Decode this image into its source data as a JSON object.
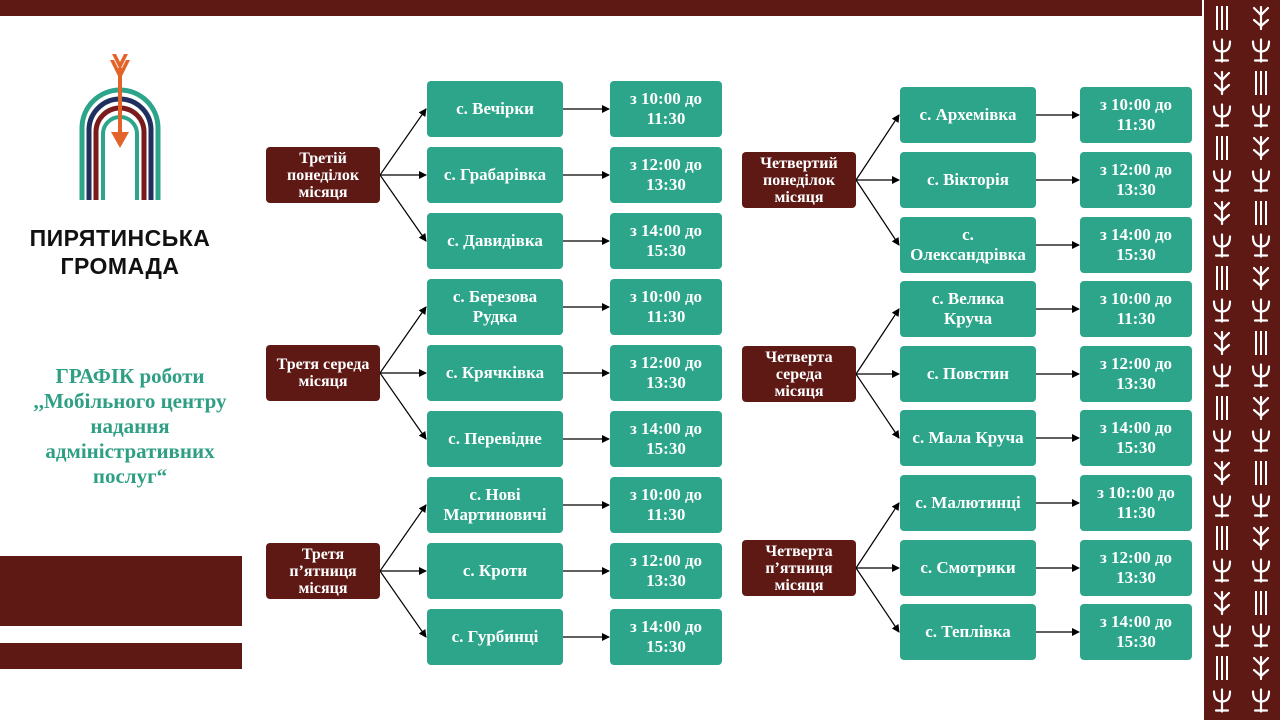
{
  "brand": {
    "name_line1": "ПИРЯТИНСЬКА",
    "name_line2": "ГРОМАДА"
  },
  "schedule_title": {
    "line1": "ГРАФІК роботи",
    "line2": ",,Мобільного центру",
    "line3": "надання",
    "line4": "адміністративних",
    "line5": "послуг“"
  },
  "colors": {
    "accent_green": "#2ca58a",
    "title_green": "#2e9f84",
    "dark_red": "#5e1914",
    "logo_orange": "#e2642a",
    "logo_navy": "#20305e"
  },
  "groups": [
    {
      "day": "Третій\nпонеділок\nмісяця",
      "rows": [
        {
          "village": "с. Вечірки",
          "time": "з 10:00 до\n11:30"
        },
        {
          "village": "с. Грабарівка",
          "time": "з 12:00 до\n13:30"
        },
        {
          "village": "с. Давидівка",
          "time": "з 14:00 до\n15:30"
        }
      ]
    },
    {
      "day": "Третя середа\nмісяця",
      "rows": [
        {
          "village": "с. Березова\nРудка",
          "time": "з 10:00 до\n11:30"
        },
        {
          "village": "с. Крячківка",
          "time": "з 12:00 до\n13:30"
        },
        {
          "village": "с. Перевідне",
          "time": "з 14:00 до\n15:30"
        }
      ]
    },
    {
      "day": "Третя\nп’ятниця\nмісяця",
      "rows": [
        {
          "village": "с. Нові\nМартиновичі",
          "time": "з 10:00 до\n11:30"
        },
        {
          "village": "с. Кроти",
          "time": "з 12:00 до\n13:30"
        },
        {
          "village": "с. Гурбинці",
          "time": "з 14:00 до\n15:30"
        }
      ]
    },
    {
      "day": "Четвертий\nпонеділок\nмісяця",
      "rows": [
        {
          "village": "с. Архемівка",
          "time": "з 10:00 до\n11:30"
        },
        {
          "village": "с. Вікторія",
          "time": "з 12:00 до\n13:30"
        },
        {
          "village": "с.\nОлександрівка",
          "time": "з 14:00 до\n15:30"
        }
      ]
    },
    {
      "day": "Четверта\nсереда\nмісяця",
      "rows": [
        {
          "village": "с. Велика\nКруча",
          "time": "з 10:00 до\n11:30"
        },
        {
          "village": "с. Повстин",
          "time": "з 12:00 до\n13:30"
        },
        {
          "village": "с. Мала Круча",
          "time": "з 14:00 до\n15:30"
        }
      ]
    },
    {
      "day": "Четверта\nп’ятниця\nмісяця",
      "rows": [
        {
          "village": "с. Малютинці",
          "time": "з 10::00 до\n11:30"
        },
        {
          "village": "с. Смотрики",
          "time": "з 12:00 до\n13:30"
        },
        {
          "village": "с. Теплівка",
          "time": "з 14:00 до\n15:30"
        }
      ]
    }
  ]
}
